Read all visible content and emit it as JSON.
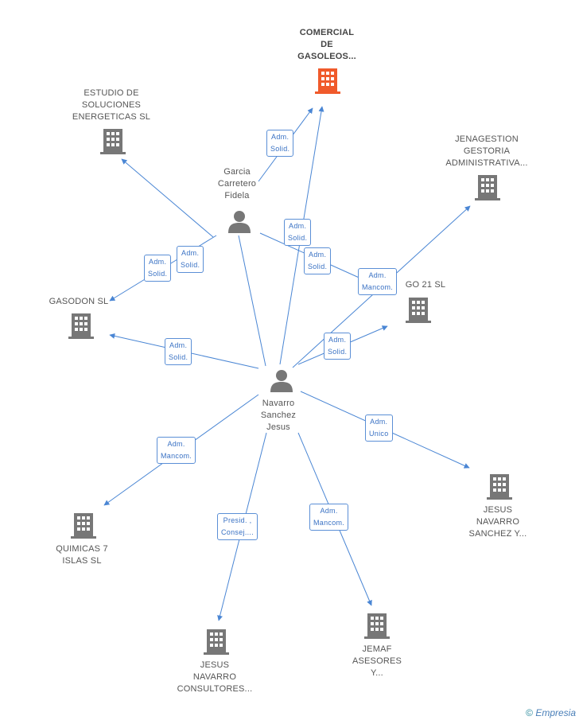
{
  "colors": {
    "main_company": "#f05a2b",
    "company": "#777777",
    "edge": "#4a86d4",
    "label": "#3a72c4"
  },
  "nodes": {
    "comercial": {
      "label": "COMERCIAL\nDE\nGASOLEOS...",
      "icon": "building-icon-orange",
      "main": true
    },
    "estudio": {
      "label": "ESTUDIO DE\nSOLUCIONES\nENERGETICAS SL",
      "icon": "building-icon"
    },
    "jenagestion": {
      "label": "JENAGESTION\nGESTORIA\nADMINISTRATIVA...",
      "icon": "building-icon"
    },
    "garcia": {
      "label": "Garcia\nCarretero\nFidela",
      "icon": "person-icon"
    },
    "gasodon": {
      "label": "GASODON SL",
      "icon": "building-icon"
    },
    "go21": {
      "label": "GO 21 SL",
      "icon": "building-icon"
    },
    "navarro": {
      "label": "Navarro\nSanchez\nJesus",
      "icon": "person-icon"
    },
    "jesus_sanchez": {
      "label": "JESUS\nNAVARRO\nSANCHEZ Y...",
      "icon": "building-icon"
    },
    "quimicas": {
      "label": "QUIMICAS 7\nISLAS  SL",
      "icon": "building-icon"
    },
    "consultores": {
      "label": "JESUS\nNAVARRO\nCONSULTORES...",
      "icon": "building-icon"
    },
    "jemaf": {
      "label": "JEMAF\nASESORES\nY...",
      "icon": "building-icon"
    }
  },
  "relations": [
    {
      "id": "garcia-comercial",
      "label": "Adm.\nSolid."
    },
    {
      "id": "garcia-estudio",
      "label": "Adm.\nSolid."
    },
    {
      "id": "garcia-gasodon",
      "label": "Adm.\nSolid."
    },
    {
      "id": "garcia-go21",
      "label": "Adm.\nSolid."
    },
    {
      "id": "navarro-comercial",
      "label": "Adm.\nSolid."
    },
    {
      "id": "navarro-jenagestion",
      "label": "Adm.\nMancom."
    },
    {
      "id": "navarro-gasodon",
      "label": "Adm.\nSolid."
    },
    {
      "id": "navarro-go21",
      "label": "Adm.\nSolid."
    },
    {
      "id": "navarro-jesus-sanchez",
      "label": "Adm.\nUnico"
    },
    {
      "id": "navarro-quimicas",
      "label": "Adm.\nMancom."
    },
    {
      "id": "navarro-consultores",
      "label": "Presid. ,\nConsej...."
    },
    {
      "id": "navarro-jemaf",
      "label": "Adm.\nMancom."
    }
  ],
  "footer": {
    "copyright": "©",
    "brand": "Empresia"
  }
}
